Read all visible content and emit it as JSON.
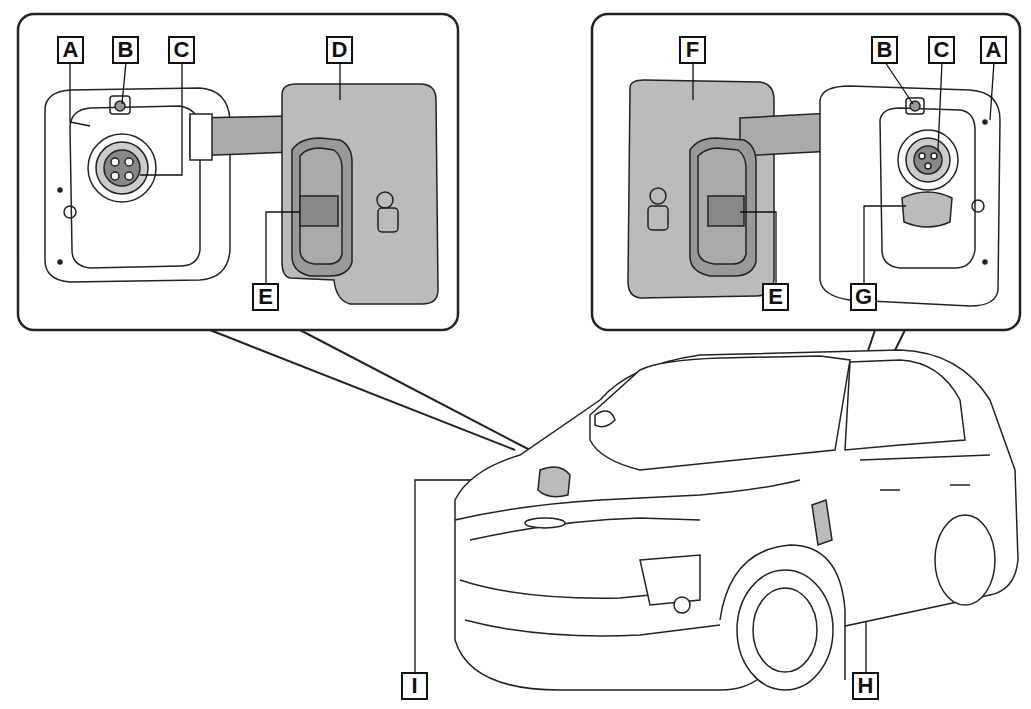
{
  "diagram": {
    "nodes": [
      {
        "text": [
          "A"
        ]
      },
      {
        "text": [
          "B"
        ]
      },
      {
        "text": [
          "C"
        ]
      },
      {
        "text": [
          "D"
        ]
      },
      {
        "text": [
          "F"
        ]
      },
      {
        "text": [
          "B"
        ]
      },
      {
        "text": [
          "C"
        ]
      },
      {
        "text": [
          "A"
        ]
      },
      {
        "text": [
          "E"
        ]
      },
      {
        "text": [
          "E"
        ]
      },
      {
        "text": [
          "G"
        ]
      },
      {
        "text": [
          "I"
        ]
      },
      {
        "text": [
          "H"
        ]
      }
    ]
  }
}
